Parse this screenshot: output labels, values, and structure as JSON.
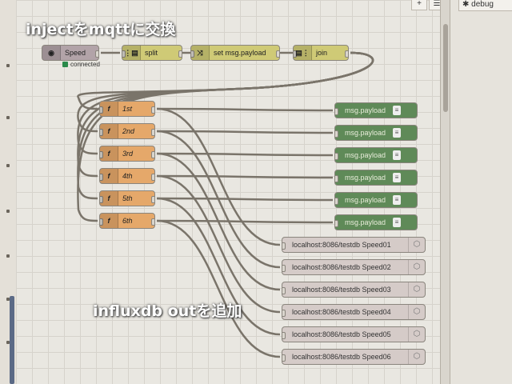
{
  "captions": {
    "top": "injectをmqttに交換",
    "bottom": "influxdb outを追加"
  },
  "sidebar": {
    "tab_label": "debug"
  },
  "toolbar": {
    "add": "+",
    "menu": "☰"
  },
  "flow": {
    "inject": {
      "label": "Speed",
      "status": "connected",
      "status_color": "#2a8a4a"
    },
    "split": {
      "label": "split"
    },
    "change": {
      "label": "set msg.payload"
    },
    "join": {
      "label": "join"
    },
    "functions": [
      {
        "label": "1st"
      },
      {
        "label": "2nd"
      },
      {
        "label": "3rd"
      },
      {
        "label": "4th"
      },
      {
        "label": "5th"
      },
      {
        "label": "6th"
      }
    ],
    "debug": [
      {
        "label": "msg.payload"
      },
      {
        "label": "msg.payload"
      },
      {
        "label": "msg.payload"
      },
      {
        "label": "msg.payload"
      },
      {
        "label": "msg.payload"
      },
      {
        "label": "msg.payload"
      }
    ],
    "influx": [
      {
        "label": "localhost:8086/testdb Speed01"
      },
      {
        "label": "localhost:8086/testdb Speed02"
      },
      {
        "label": "localhost:8086/testdb Speed03"
      },
      {
        "label": "localhost:8086/testdb Speed04"
      },
      {
        "label": "localhost:8086/testdb Speed05"
      },
      {
        "label": "localhost:8086/testdb Speed06"
      }
    ]
  },
  "colors": {
    "inject": "#b2a3a8",
    "change": "#cfca76",
    "function": "#e5a86a",
    "debug": "#5f8a58",
    "influx": "#d5cbc8",
    "wire": "#7a746a"
  }
}
